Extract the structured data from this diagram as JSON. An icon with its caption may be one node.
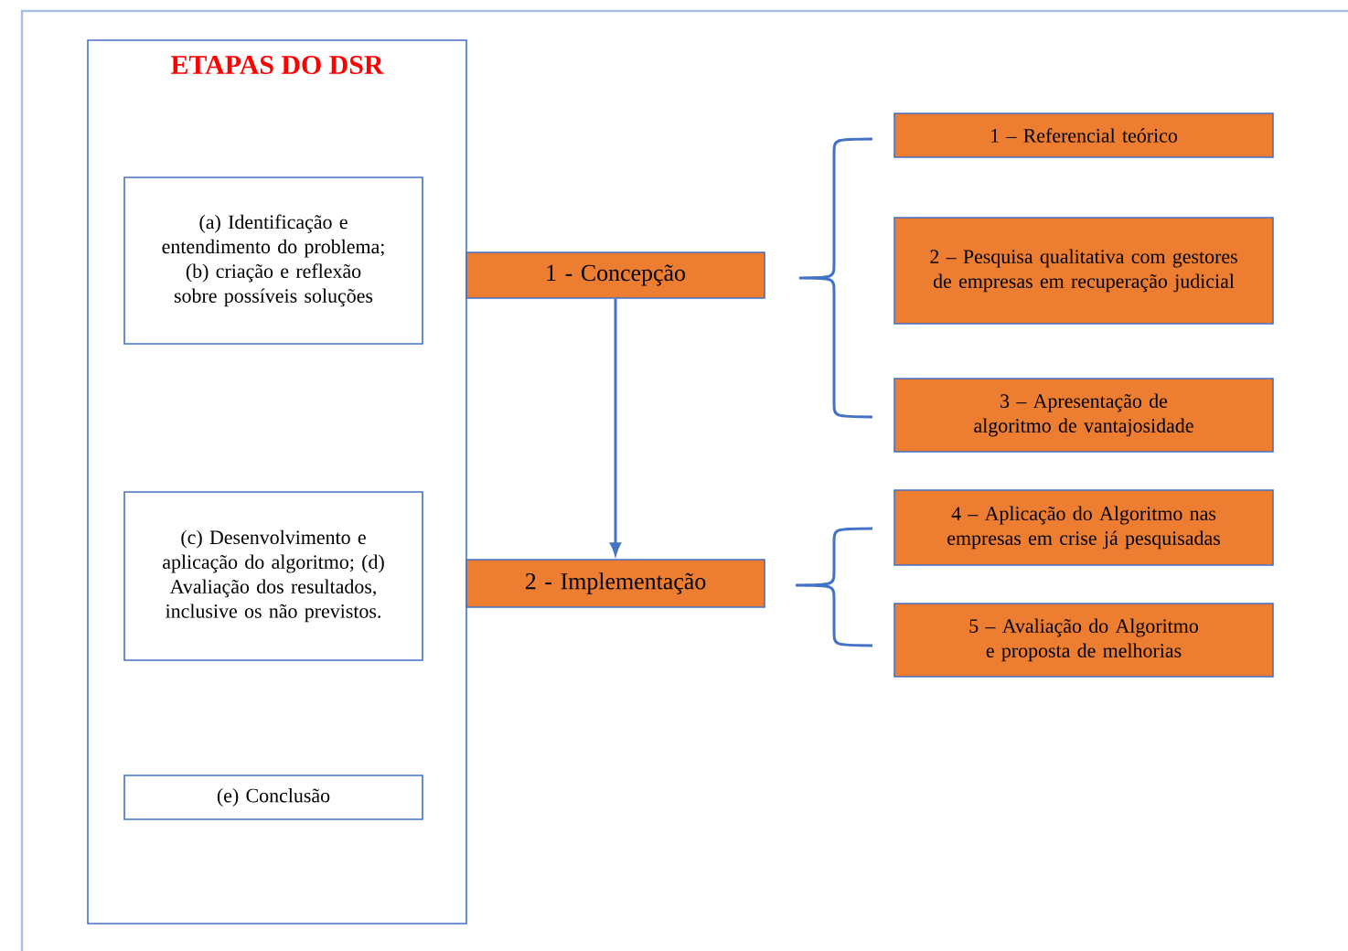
{
  "diagram": {
    "nodes": [
      {
        "text": [
          "ETAPAS DO DSR"
        ]
      },
      {
        "text": [
          "(a) Identificação e entendimento do problema; (b) criação e reflexão sobre possíveis soluções"
        ],
        "in": 0
      },
      {
        "text": [
          "(c) Desenvolvimento e aplicação do algoritmo; (d) Avaliação dos resultados, inclusive os não previstos."
        ],
        "in": 0
      },
      {
        "text": [
          "(e) Conclusão"
        ],
        "in": 0
      },
      {
        "text": [
          "1 - Concepção"
        ]
      },
      {
        "text": [
          "2 - Implementação"
        ]
      },
      {
        "text": [
          "1 – Referencial teórico"
        ]
      },
      {
        "text": [
          "2 – Pesquisa qualitativa com gestores de empresas em recuperação judicial"
        ]
      },
      {
        "text": [
          "3 – Apresentação de algoritmo de vantajosidade"
        ]
      },
      {
        "text": [
          "4 – Aplicação do Algoritmo nas empresas em crise já pesquisadas"
        ]
      },
      {
        "text": [
          "5 – Avaliação do Algoritmo e proposta de melhorias"
        ]
      }
    ],
    "edges": [
      {
        "from": 4,
        "to": 5,
        "arrow": "to"
      }
    ]
  }
}
